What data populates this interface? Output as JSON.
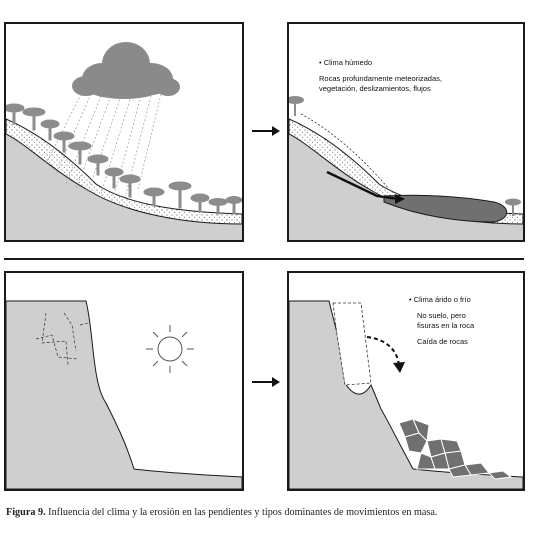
{
  "panels": {
    "humid_result": {
      "lines": [
        "• Clima húmedo",
        "",
        "Rocas profundamente meteorizadas,",
        "vegetación, deslizamientos, flujos"
      ]
    },
    "arid_result": {
      "lines": [
        "• Clima árido o frío",
        "",
        "No suelo, pero",
        "fisuras en la roca",
        "",
        "Caída de rocas"
      ]
    }
  },
  "caption": {
    "label": "Figura 9.",
    "text": " Influencia del clima y la erosión en las pendientes y tipos dominantes de movimientos en masa."
  },
  "colors": {
    "rock": "#cfcfcf",
    "cloud": "#8a8a8a",
    "tree": "#8c8c8c",
    "debris": "#707070",
    "outline": "#1a1a1a"
  }
}
